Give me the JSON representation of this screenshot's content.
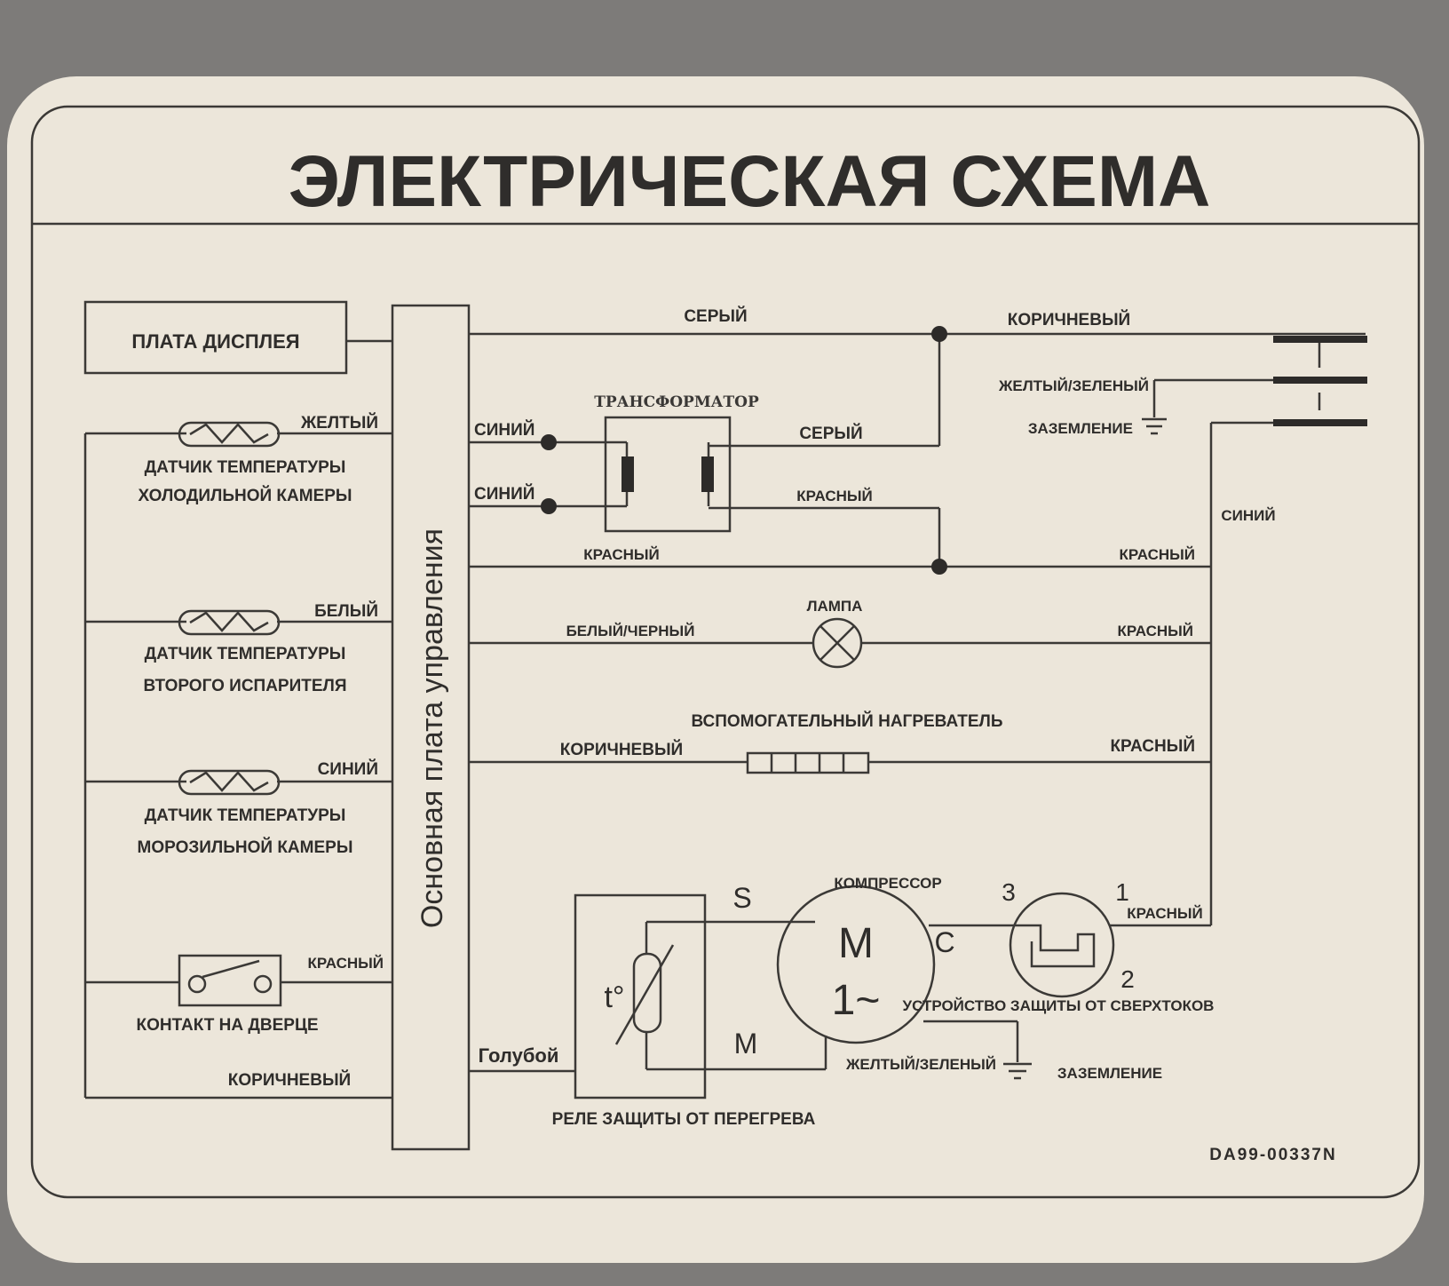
{
  "title": "ЭЛЕКТРИЧЕСКАЯ СХЕМА",
  "main_board": "Основная плата управления",
  "display_board": "ПЛАТА ДИСПЛЕЯ",
  "sensors": [
    {
      "line1": "ДАТЧИК ТЕМПЕРАТУРЫ",
      "line2": "ХОЛОДИЛЬНОЙ КАМЕРЫ",
      "wire": "ЖЕЛТЫЙ"
    },
    {
      "line1": "ДАТЧИК ТЕМПЕРАТУРЫ",
      "line2": "ВТОРОГО ИСПАРИТЕЛЯ",
      "wire": "БЕЛЫЙ"
    },
    {
      "line1": "ДАТЧИК ТЕМПЕРАТУРЫ",
      "line2": "МОРОЗИЛЬНОЙ КАМЕРЫ",
      "wire": "СИНИЙ"
    }
  ],
  "door_switch": {
    "label": "КОНТАКТ НА ДВЕРЦЕ",
    "wire": "КРАСНЫЙ"
  },
  "left_bottom_wire": "КОРИЧНЕВЫЙ",
  "transformer": {
    "label": "ТРАНСФОРМАТОР",
    "in_wire_1": "СИНИЙ",
    "in_wire_2": "СИНИЙ",
    "out_wire_1": "СЕРЫЙ",
    "out_wire_2": "КРАСНЫЙ"
  },
  "wires": {
    "top_gray": "СЕРЫЙ",
    "top_brown": "КОРИЧНЕВЫЙ",
    "yellow_green": "ЖЕЛТЫЙ/ЗЕЛЕНЫЙ",
    "ground": "ЗАЗЕМЛЕНИЕ",
    "right_blue": "СИНИЙ",
    "red_row_left": "КРАСНЫЙ",
    "red_row_right": "КРАСНЫЙ"
  },
  "lamp": {
    "label": "ЛАМПА",
    "wire_left": "БЕЛЫЙ/ЧЕРНЫЙ",
    "wire_right": "КРАСНЫЙ"
  },
  "heater": {
    "label": "ВСПОМОГАТЕЛЬНЫЙ НАГРЕВАТЕЛЬ",
    "wire_left": "КОРИЧНЕВЫЙ",
    "wire_right": "КРАСНЫЙ"
  },
  "compressor": {
    "label": "КОМПРЕССОР",
    "motor_m": "M",
    "motor_phase": "1~",
    "pin_s": "S",
    "pin_c": "C",
    "pin_m": "M"
  },
  "overload": {
    "label": "УСТРОЙСТВО ЗАЩИТЫ ОТ СВЕРХТОКОВ",
    "pin1": "1",
    "pin2": "2",
    "pin3": "3",
    "wire": "КРАСНЫЙ"
  },
  "relay": {
    "label": "РЕЛЕ ЗАЩИТЫ ОТ ПЕРЕГРЕВА",
    "symbol": "t°",
    "wire": "Голубой"
  },
  "compressor_ground": {
    "wire": "ЖЕЛТЫЙ/ЗЕЛЕНЫЙ",
    "label": "ЗАЗЕМЛЕНИЕ"
  },
  "part_number": "DA99-00337N"
}
